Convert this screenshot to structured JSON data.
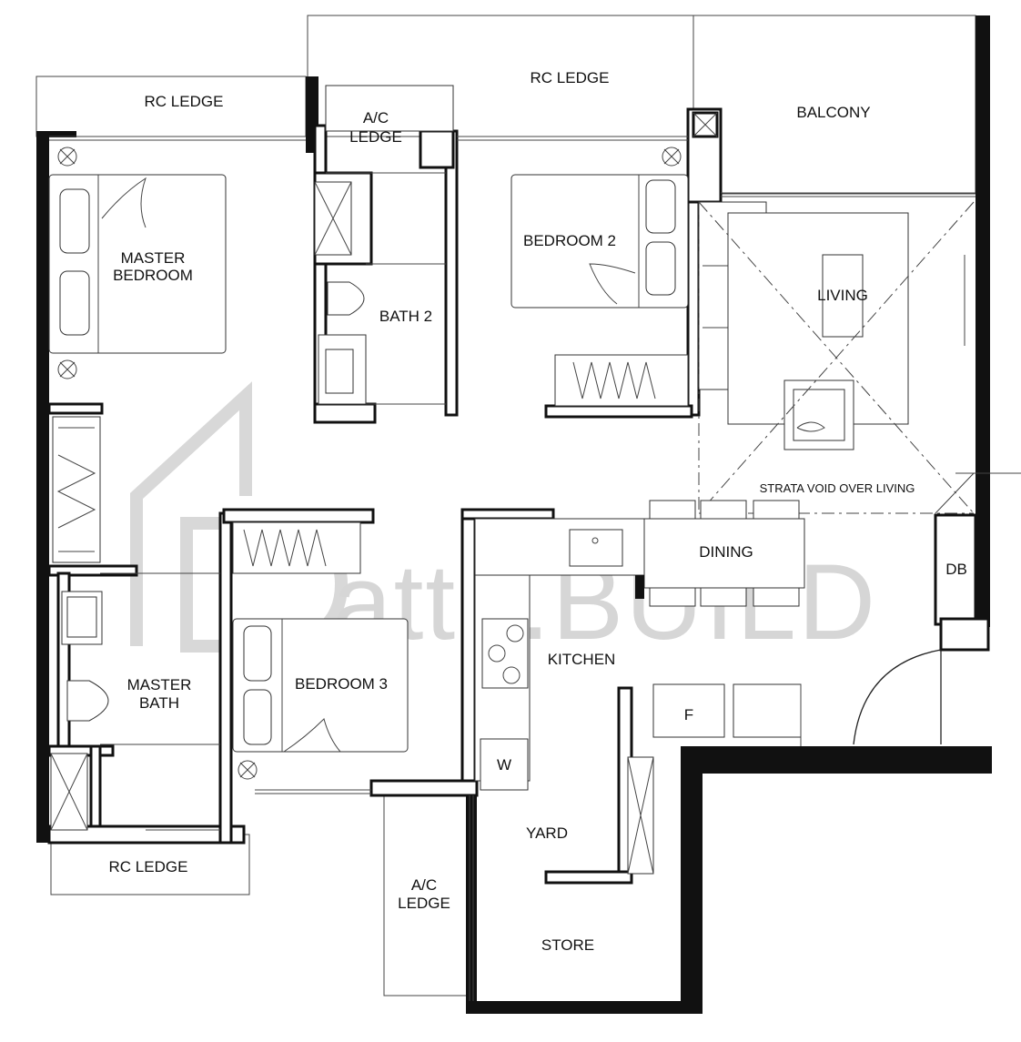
{
  "rooms": {
    "rc_ledge_left": "RC LEDGE",
    "rc_ledge_top": "RC LEDGE",
    "rc_ledge_bottom": "RC LEDGE",
    "ac_ledge_top_1": "A/C",
    "ac_ledge_top_2": "LEDGE",
    "ac_ledge_bottom_1": "A/C",
    "ac_ledge_bottom_2": "LEDGE",
    "balcony": "BALCONY",
    "master_bedroom_1": "MASTER",
    "master_bedroom_2": "BEDROOM",
    "bath2": "BATH 2",
    "bedroom2": "BEDROOM 2",
    "living": "LIVING",
    "strata_void": "STRATA VOID OVER LIVING",
    "dining": "DINING",
    "db": "DB",
    "kitchen": "KITCHEN",
    "fridge": "F",
    "washer": "W",
    "master_bath_1": "MASTER",
    "master_bath_2": "BATH",
    "bedroom3": "BEDROOM 3",
    "yard": "YARD",
    "store": "STORE"
  },
  "watermark": "attri.BUILD"
}
